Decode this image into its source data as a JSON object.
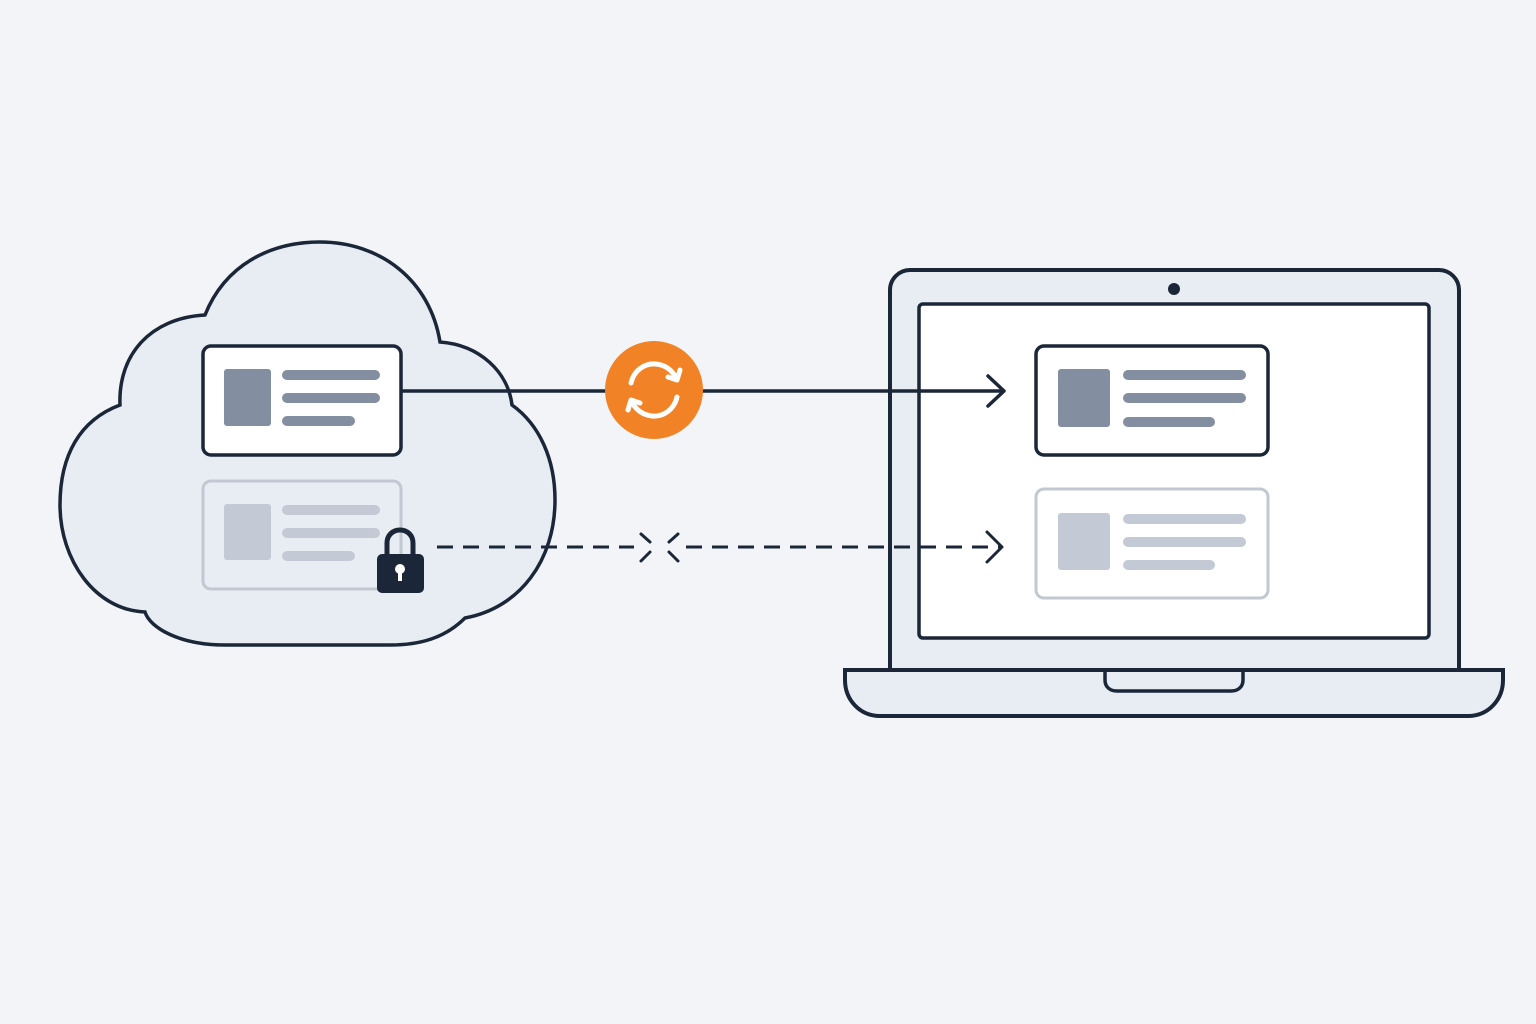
{
  "diagram": {
    "nodes": [
      {
        "id": "cloud",
        "kind": "cloud-storage",
        "icon": "cloud-icon"
      },
      {
        "id": "laptop",
        "kind": "laptop-device",
        "icon": "laptop-icon"
      }
    ],
    "items": [
      {
        "id": "cloud-item-available",
        "location": "cloud",
        "state": "available"
      },
      {
        "id": "cloud-item-locked",
        "location": "cloud",
        "state": "locked",
        "icon": "lock-icon"
      },
      {
        "id": "laptop-item-synced",
        "location": "laptop",
        "state": "synced"
      },
      {
        "id": "laptop-item-blocked",
        "location": "laptop",
        "state": "not-synced"
      }
    ],
    "connections": [
      {
        "from": "cloud-item-available",
        "to": "laptop-item-synced",
        "style": "solid",
        "arrow": true,
        "badge": "sync-icon"
      },
      {
        "from": "cloud-item-locked",
        "to": "laptop-item-blocked",
        "style": "dashed",
        "arrow": true,
        "blocked": true,
        "badge": "blocked-x-icon"
      }
    ]
  },
  "colors": {
    "background": "#f2f4f8",
    "outline": "#1b2738",
    "cloud_fill": "#e8edf4",
    "card_fill": "#ffffff",
    "card_content": "#838fa0",
    "card_faded_border": "#c2c8d2",
    "card_faded_content": "#c3cad5",
    "accent": "#f28226",
    "lock": "#1b2738"
  }
}
